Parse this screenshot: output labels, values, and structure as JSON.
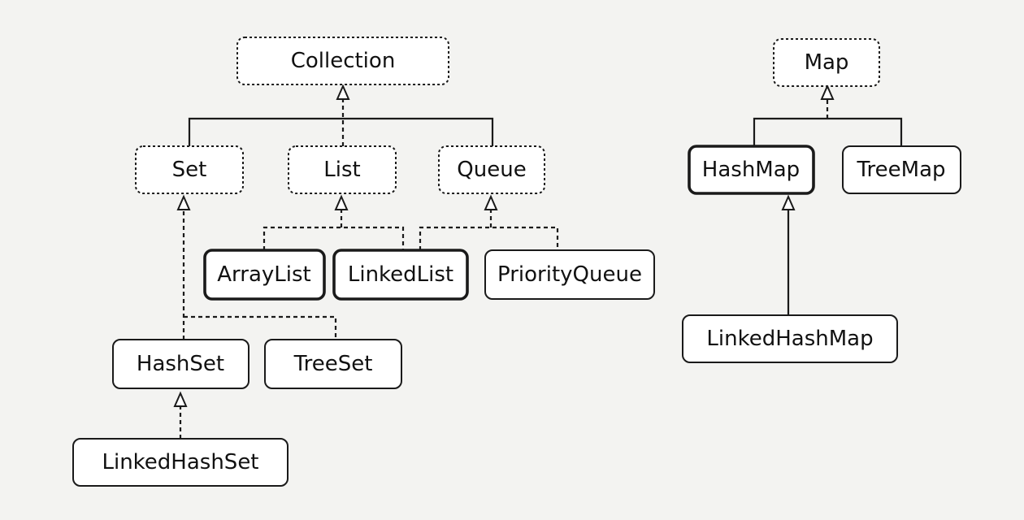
{
  "diagram": {
    "nodes": {
      "collection": "Collection",
      "set": "Set",
      "list": "List",
      "queue": "Queue",
      "arraylist": "ArrayList",
      "linkedlist": "LinkedList",
      "priorityqueue": "PriorityQueue",
      "hashset": "HashSet",
      "treeset": "TreeSet",
      "linkedhashset": "LinkedHashSet",
      "map": "Map",
      "hashmap": "HashMap",
      "treemap": "TreeMap",
      "linkedhashmap": "LinkedHashMap"
    },
    "edges": [
      {
        "from": "set",
        "to": "collection",
        "style": "solid"
      },
      {
        "from": "list",
        "to": "collection",
        "style": "solid"
      },
      {
        "from": "queue",
        "to": "collection",
        "style": "solid"
      },
      {
        "from": "arraylist",
        "to": "list",
        "style": "dashed"
      },
      {
        "from": "linkedlist",
        "to": "list",
        "style": "dashed"
      },
      {
        "from": "linkedlist",
        "to": "queue",
        "style": "dashed"
      },
      {
        "from": "priorityqueue",
        "to": "queue",
        "style": "dashed"
      },
      {
        "from": "hashset",
        "to": "set",
        "style": "dashed"
      },
      {
        "from": "treeset",
        "to": "set",
        "style": "dashed"
      },
      {
        "from": "linkedhashset",
        "to": "hashset",
        "style": "dashed"
      },
      {
        "from": "hashmap",
        "to": "map",
        "style": "solid"
      },
      {
        "from": "treemap",
        "to": "map",
        "style": "solid"
      },
      {
        "from": "linkedhashmap",
        "to": "hashmap",
        "style": "solid"
      }
    ]
  }
}
